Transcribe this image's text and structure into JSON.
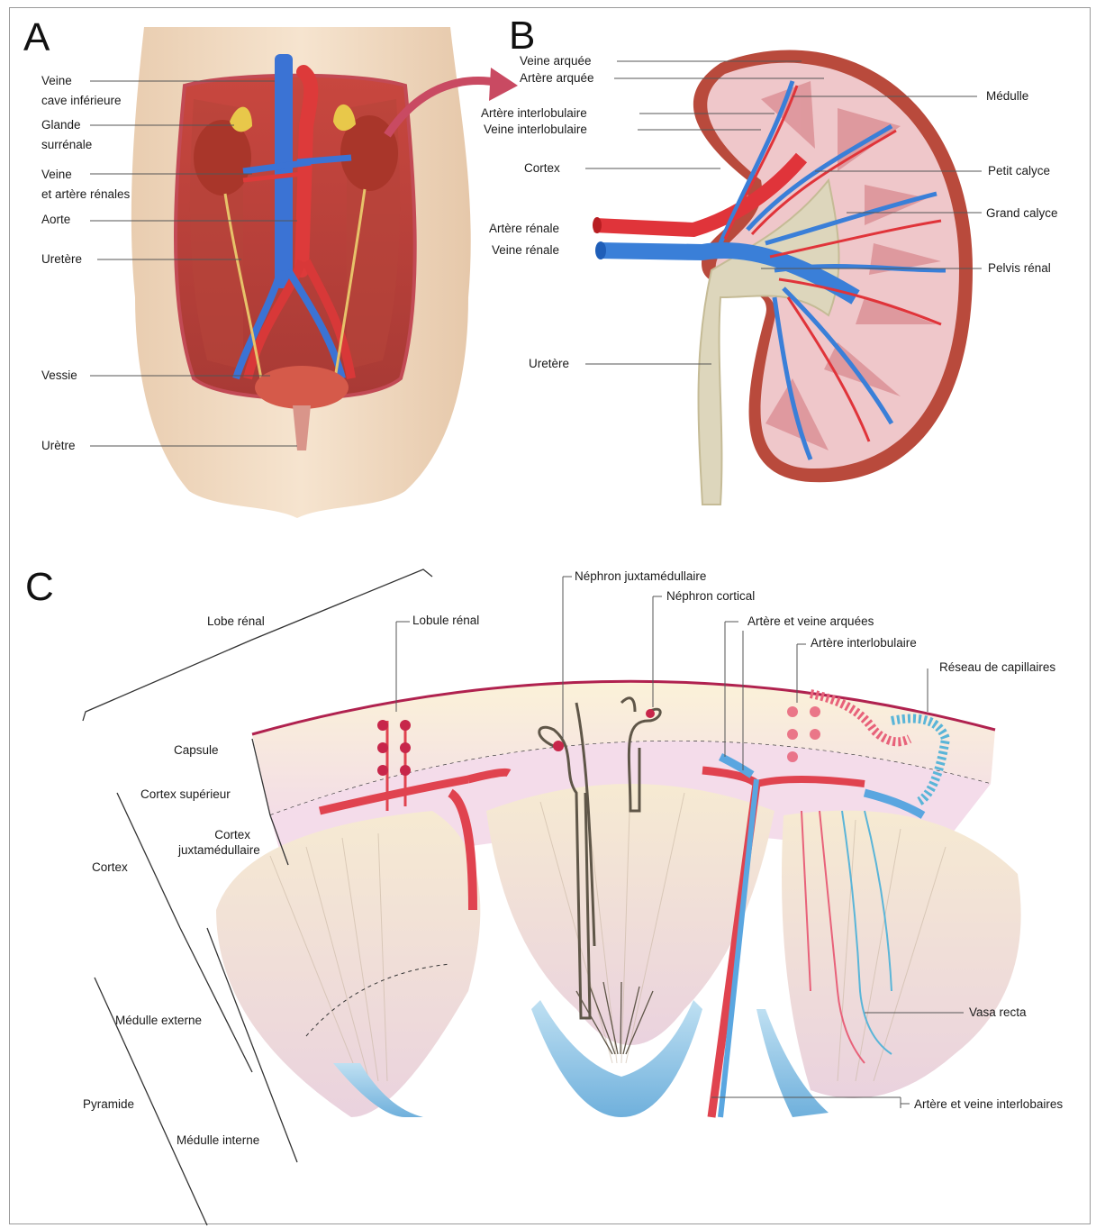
{
  "panels": {
    "a": "A",
    "b": "B",
    "c": "C"
  },
  "panel_a": {
    "labels": {
      "vci_1": "Veine",
      "vci_2": "cave inférieure",
      "glande_1": "Glande",
      "glande_2": "surrénale",
      "renales_1": "Veine",
      "renales_2": "et artère rénales",
      "aorte": "Aorte",
      "uretere": "Uretère",
      "vessie": "Vessie",
      "urethre": "Urètre"
    }
  },
  "panel_b": {
    "labels": {
      "veine_arquee": "Veine arquée",
      "artere_arquee": "Artère arquée",
      "artere_interlob": "Artère interlobulaire",
      "veine_interlob": "Veine interlobulaire",
      "cortex": "Cortex",
      "artere_renale": "Artère rénale",
      "veine_renale": "Veine rénale",
      "uretere": "Uretère",
      "medulle": "Médulle",
      "petit_calyce": "Petit calyce",
      "grand_calyce": "Grand calyce",
      "pelvis": "Pelvis rénal"
    }
  },
  "panel_c": {
    "labels": {
      "lobe": "Lobe rénal",
      "lobule": "Lobule rénal",
      "nephron_jm": "Néphron juxtamédullaire",
      "nephron_cort": "Néphron cortical",
      "art_veine_arquees": "Artère et veine arquées",
      "art_interlob": "Artère interlobulaire",
      "reseau": "Réseau de capillaires",
      "capsule": "Capsule",
      "cortex_sup": "Cortex supérieur",
      "cortex_jm_1": "Cortex",
      "cortex_jm_2": "juxtamédullaire",
      "cortex": "Cortex",
      "medulle_ext": "Médulle externe",
      "pyramide": "Pyramide",
      "medulle_int": "Médulle interne",
      "vasa_recta": "Vasa recta",
      "art_veine_interlobaires": "Artère et veine interlobaires"
    }
  },
  "colors": {
    "artery": "#e0343a",
    "vein": "#3a7fd8",
    "tissue": "#e8a3a6",
    "pelvis": "#ddd6bc",
    "skin": "#f2dcc2"
  }
}
